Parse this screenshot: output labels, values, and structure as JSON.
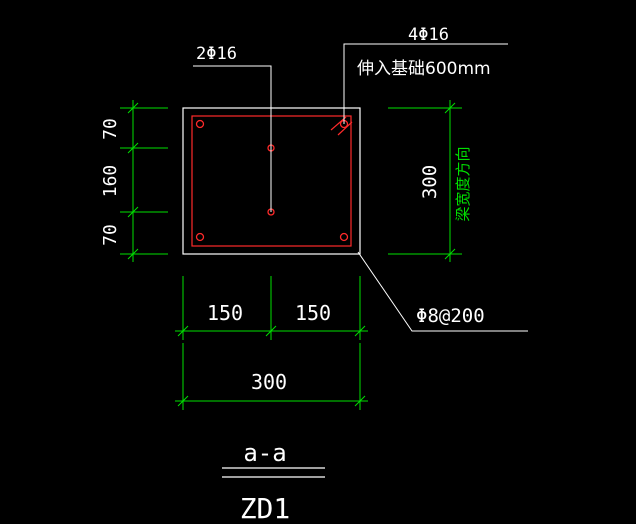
{
  "colors": {
    "background": "#000000",
    "outline": "#ffffff",
    "rebar": "#ff2a2a",
    "dimension": "#00e000",
    "label": "#ffffff"
  },
  "labels": {
    "top_rebar": "2Φ16",
    "corner_rebar": "4Φ16",
    "anchor_note": "伸入基础600mm",
    "stirrup": "Φ8@200",
    "beam_width_direction": "梁宽度方向"
  },
  "dimensions": {
    "left_top": "70",
    "left_mid": "160",
    "left_bottom": "70",
    "right_height": "300",
    "bottom_left": "150",
    "bottom_right": "150",
    "bottom_total": "300"
  },
  "section": {
    "mark": "a-a",
    "name": "ZD1"
  }
}
